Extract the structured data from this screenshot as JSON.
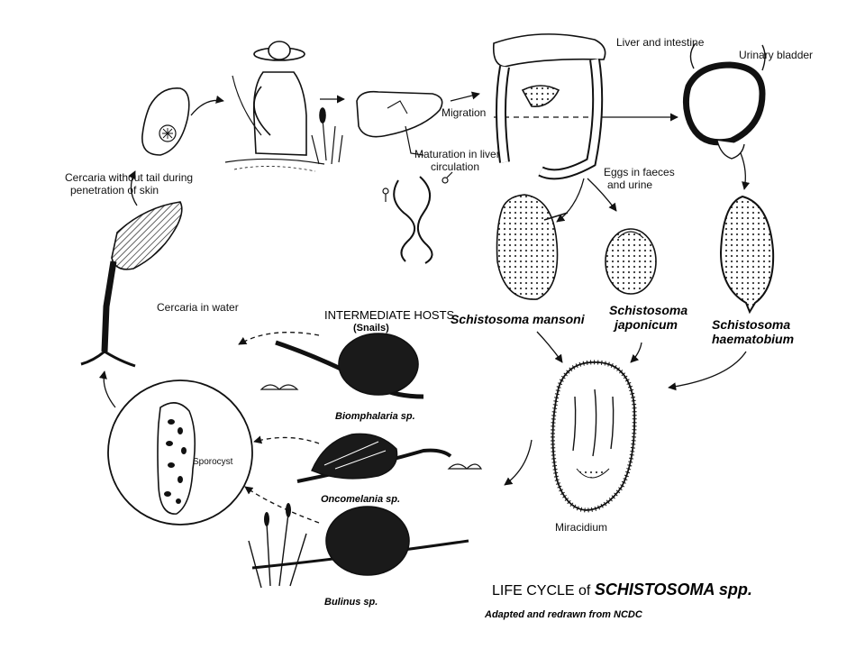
{
  "labels": {
    "liver_intestine": "Liver and intestine",
    "urinary_bladder": "Urinary bladder",
    "migration": "Migration",
    "maturation_line1": "Maturation in liver",
    "maturation_line2": "circulation",
    "eggs_line1": "Eggs in faeces",
    "eggs_line2": "and urine",
    "cercaria_tail_line1": "Cercaria without tail during",
    "cercaria_tail_line2": "penetration of skin",
    "cercaria_water": "Cercaria in water",
    "sporocyst": "Sporocyst",
    "miracidium": "Miracidium"
  },
  "species": {
    "mansoni": "Schistosoma mansoni",
    "japonicum_line1": "Schistosoma",
    "japonicum_line2": "japonicum",
    "haematobium_line1": "Schistosoma",
    "haematobium_line2": "haematobium"
  },
  "hosts": {
    "heading": "INTERMEDIATE HOSTS",
    "subheading": "(Snails)",
    "snails": [
      "Biomphalaria sp.",
      "Oncomelania sp.",
      "Bulinus sp."
    ]
  },
  "title": {
    "prefix": "LIFE CYCLE of",
    "genus": "SCHISTOSOMA spp.",
    "credit": "Adapted and redrawn from NCDC"
  }
}
